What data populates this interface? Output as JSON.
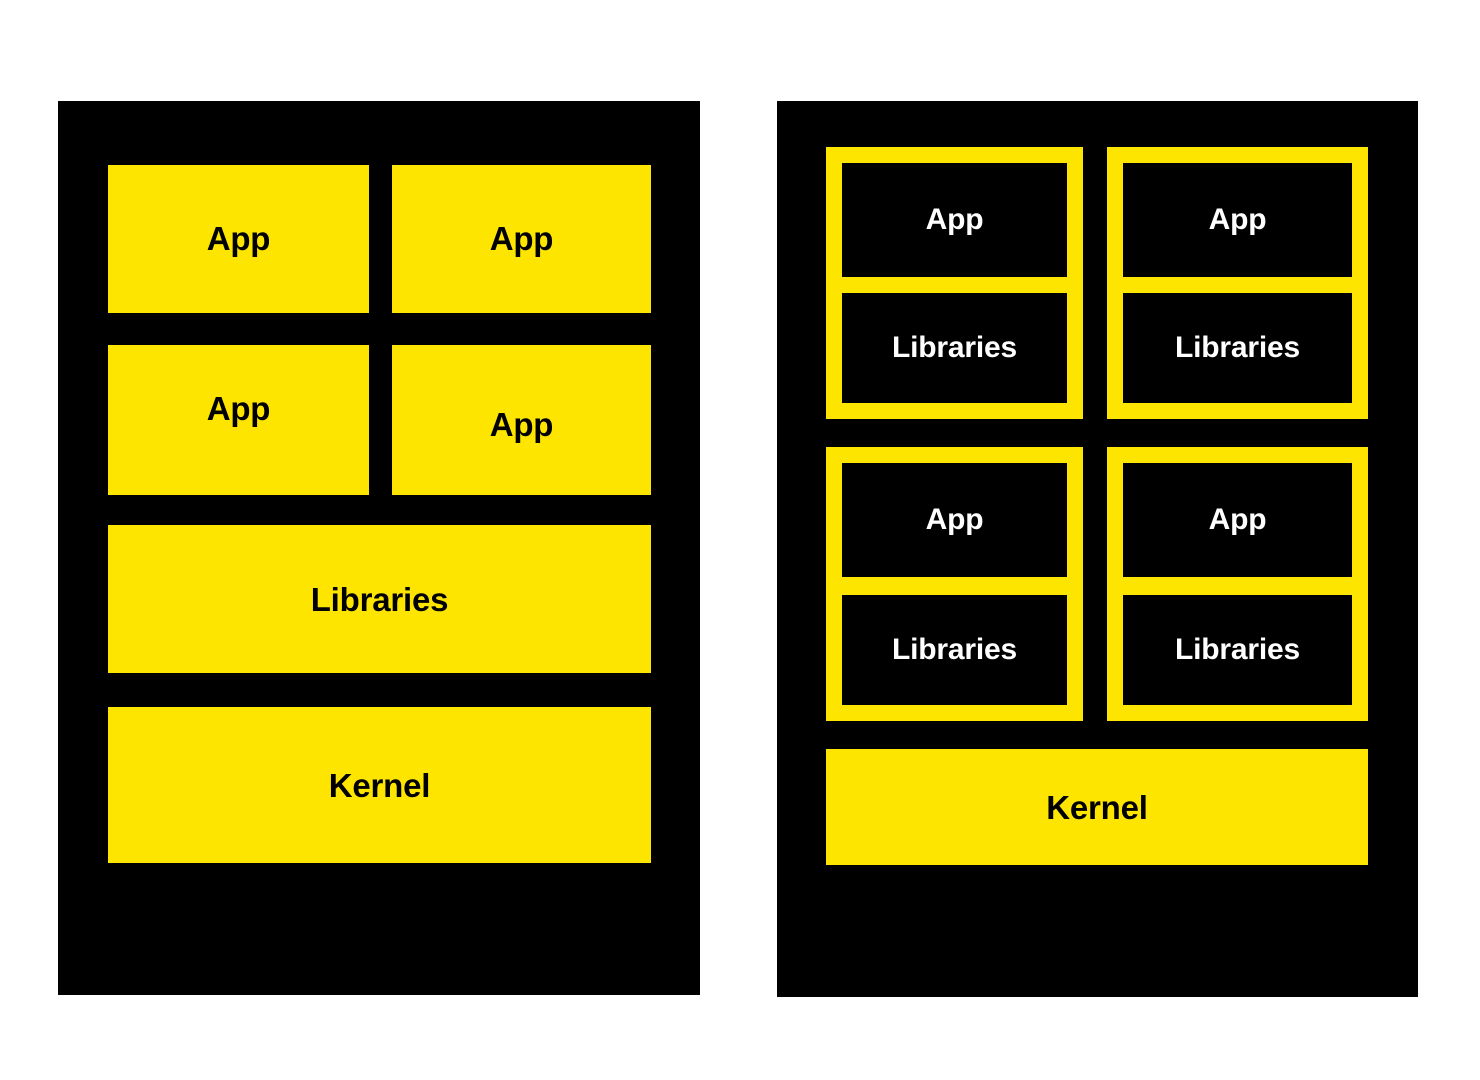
{
  "diagram": {
    "title": "Virtual machines versus containers architecture comparison",
    "colors": {
      "background": "#ffffff",
      "panel": "#000000",
      "accent_yellow": "#fde500",
      "text_on_yellow": "#000000",
      "text_on_black": "#ffffff"
    }
  },
  "left_panel": {
    "name": "container-style-stack",
    "apps": [
      {
        "label": "App"
      },
      {
        "label": "App"
      },
      {
        "label": "App"
      },
      {
        "label": "App"
      }
    ],
    "libraries": {
      "label": "Libraries"
    },
    "kernel": {
      "label": "Kernel"
    }
  },
  "right_panel": {
    "name": "vm-style-stack",
    "guests": [
      {
        "app": "App",
        "libraries": "Libraries"
      },
      {
        "app": "App",
        "libraries": "Libraries"
      },
      {
        "app": "App",
        "libraries": "Libraries"
      },
      {
        "app": "App",
        "libraries": "Libraries"
      }
    ],
    "kernel": {
      "label": "Kernel"
    }
  }
}
